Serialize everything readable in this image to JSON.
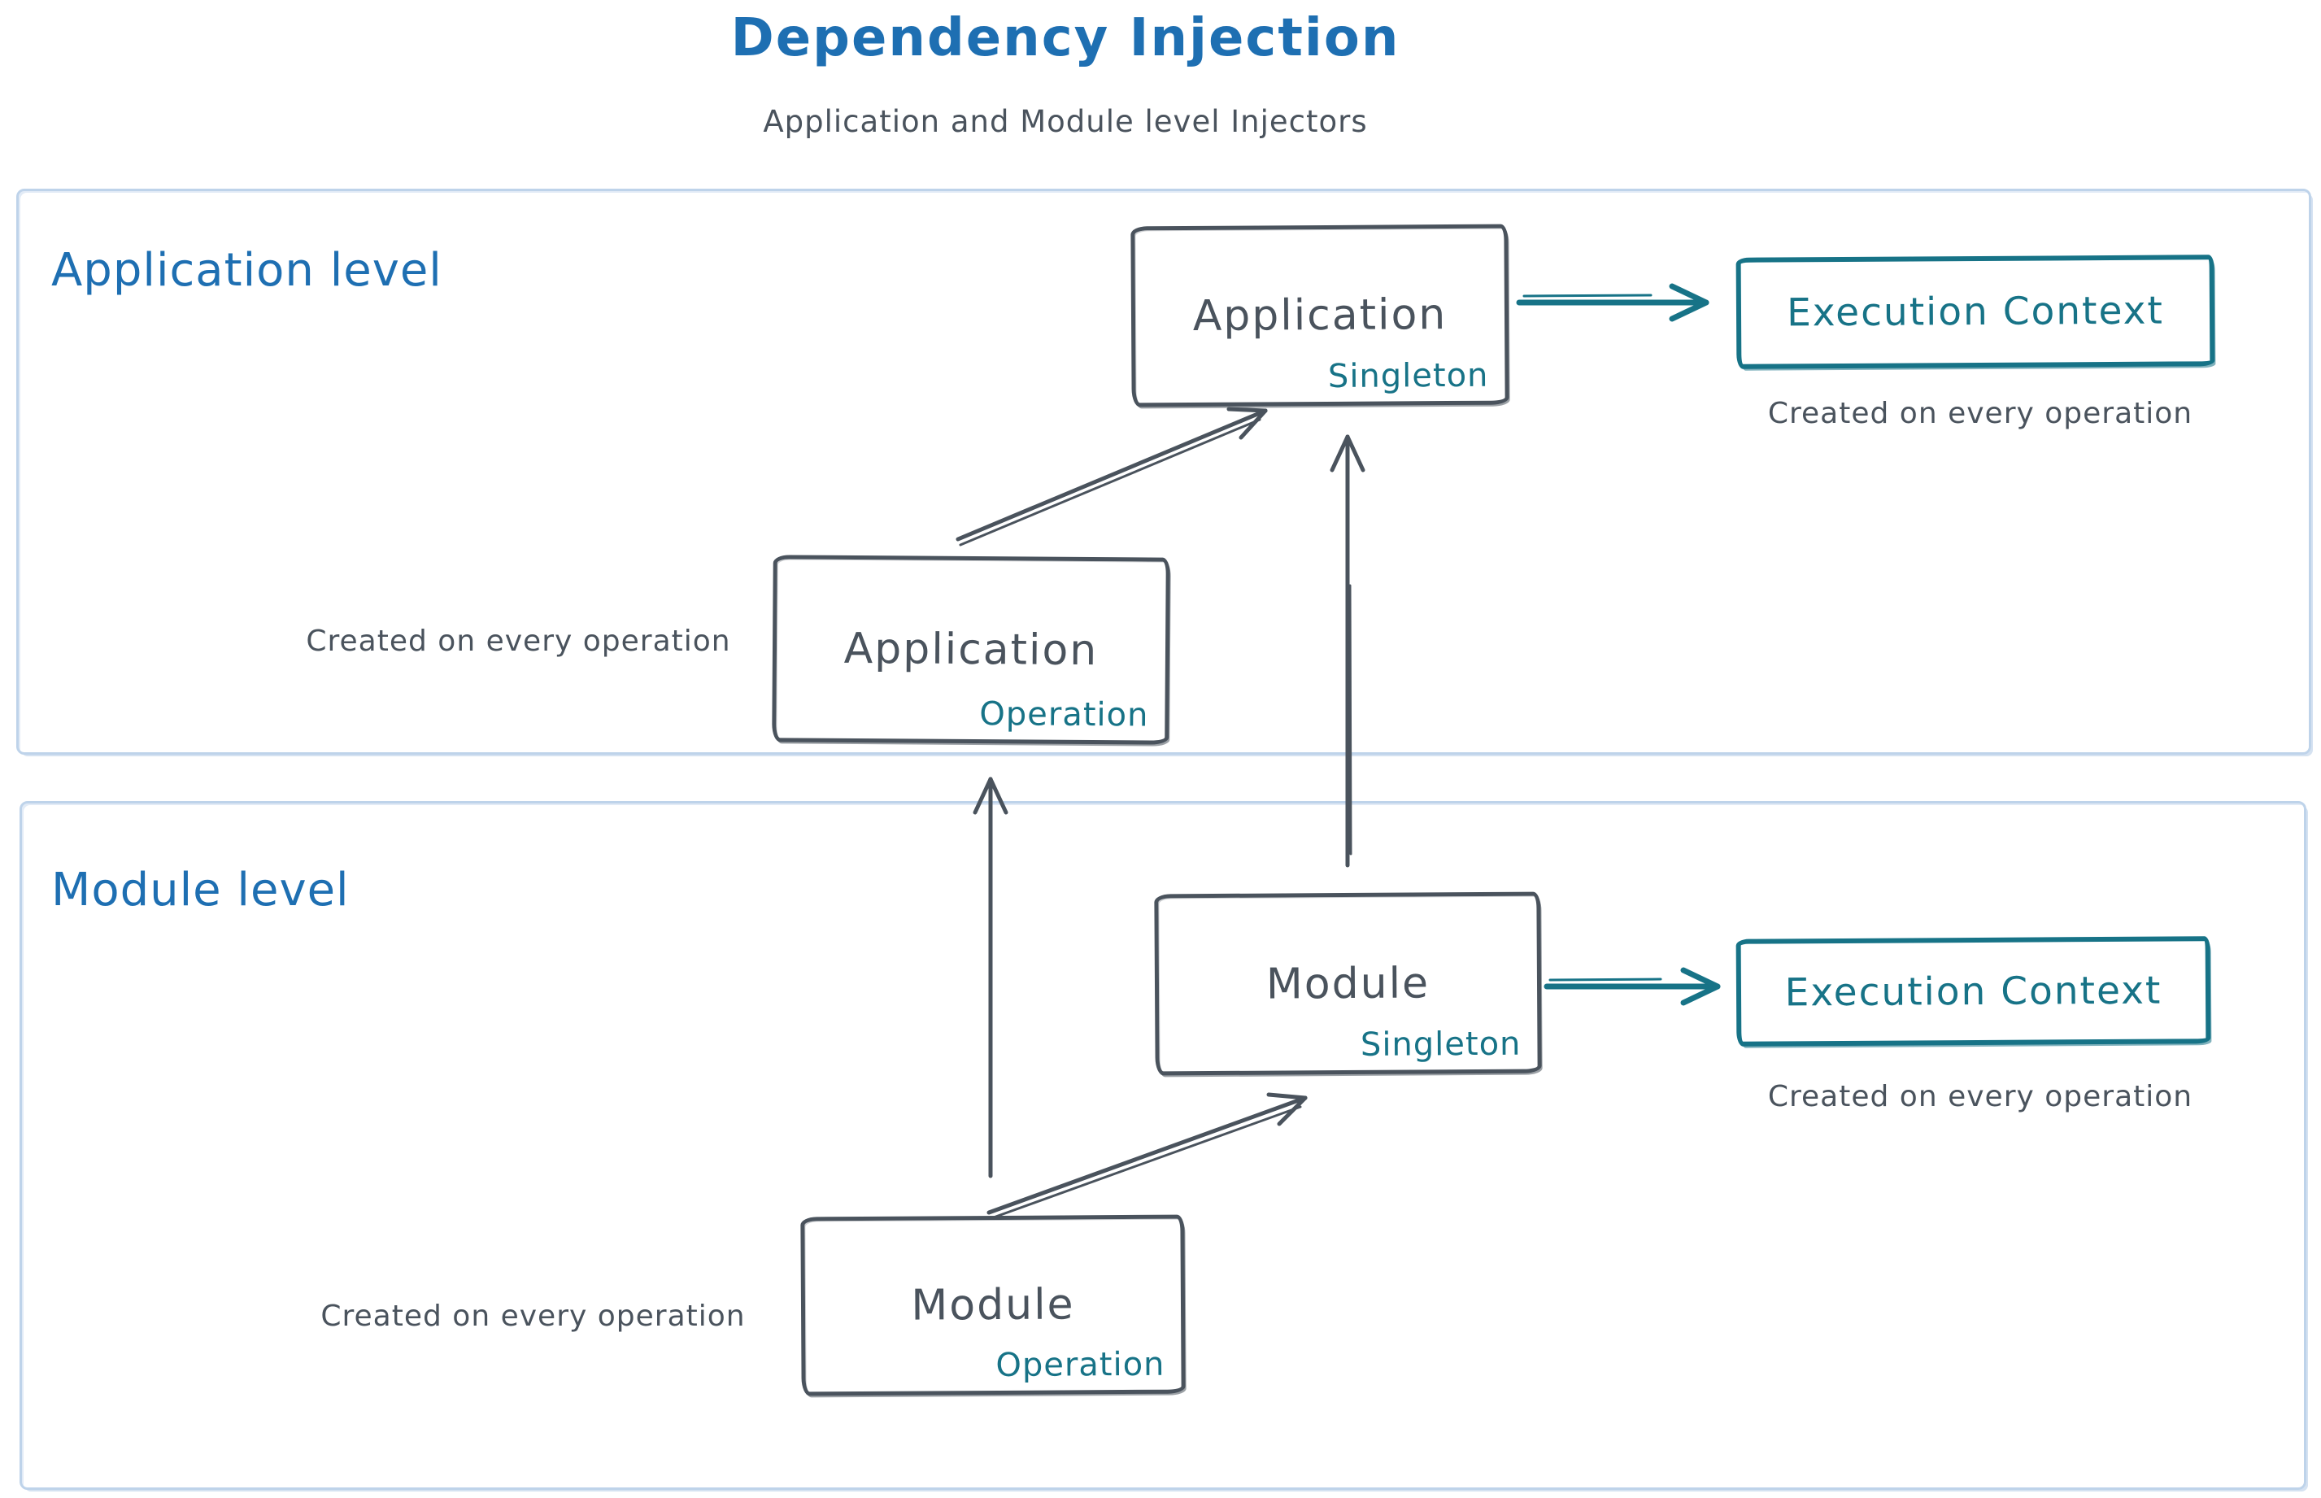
{
  "title": "Dependency Injection",
  "subtitle": "Application and Module level Injectors",
  "colors": {
    "title_blue": "#1e6fb2",
    "teal": "#177387",
    "dark_gray": "#4a535d",
    "container_border": "#bed3ea"
  },
  "sections": {
    "application": {
      "label": "Application level",
      "singleton_box": {
        "name": "Application",
        "scope": "Singleton"
      },
      "operation_box": {
        "name": "Application",
        "scope": "Operation"
      },
      "operation_caption": "Created on every operation",
      "execution_context": {
        "label": "Execution Context",
        "caption": "Created on every operation"
      }
    },
    "module": {
      "label": "Module level",
      "singleton_box": {
        "name": "Module",
        "scope": "Singleton"
      },
      "operation_box": {
        "name": "Module",
        "scope": "Operation"
      },
      "operation_caption": "Created on every operation",
      "execution_context": {
        "label": "Execution Context",
        "caption": "Created on every operation"
      }
    }
  }
}
